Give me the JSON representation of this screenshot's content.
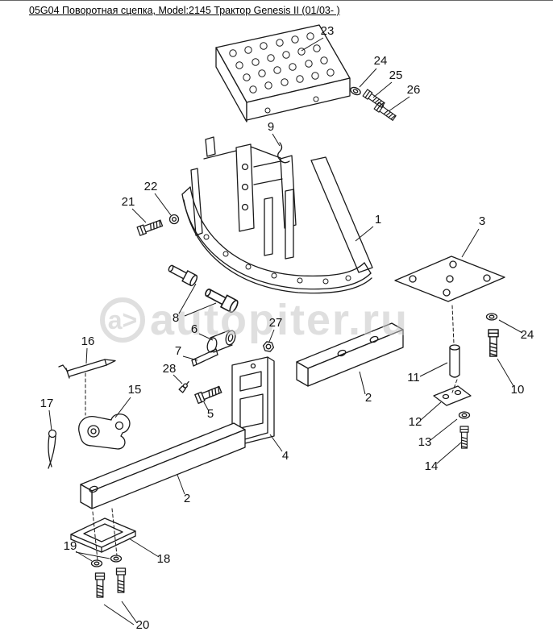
{
  "page": {
    "title": "05G04 Поворотная сцепка, Model:2145 Трактор Genesis II (01/03- )"
  },
  "watermark": {
    "logo": "a>",
    "text": "autopiter.ru"
  },
  "callouts": [
    {
      "part": "step-plate",
      "label": "23"
    },
    {
      "part": "washer-top",
      "label": "24"
    },
    {
      "part": "bolt-top-1",
      "label": "25"
    },
    {
      "part": "bolt-top-2",
      "label": "26"
    },
    {
      "part": "spring-clip",
      "label": "9"
    },
    {
      "part": "washer-left",
      "label": "22"
    },
    {
      "part": "bolt-left",
      "label": "21"
    },
    {
      "part": "curved-frame",
      "label": "1"
    },
    {
      "part": "top-plate",
      "label": "3"
    },
    {
      "part": "studs",
      "label": "8"
    },
    {
      "part": "roller-bushing",
      "label": "6"
    },
    {
      "part": "roller-pin",
      "label": "7"
    },
    {
      "part": "nut",
      "label": "27"
    },
    {
      "part": "grease-fitting",
      "label": "28"
    },
    {
      "part": "bolt-center",
      "label": "5"
    },
    {
      "part": "beam-right",
      "label": "2"
    },
    {
      "part": "pivot-pin",
      "label": "11"
    },
    {
      "part": "washer-right",
      "label": "24"
    },
    {
      "part": "bolt-right",
      "label": "10"
    },
    {
      "part": "retainer-plate",
      "label": "12"
    },
    {
      "part": "washer-small",
      "label": "13"
    },
    {
      "part": "bolt-small",
      "label": "14"
    },
    {
      "part": "channel-bracket",
      "label": "4"
    },
    {
      "part": "hitch-pin",
      "label": "16"
    },
    {
      "part": "latch-clevis",
      "label": "15"
    },
    {
      "part": "cotter-pin",
      "label": "17"
    },
    {
      "part": "beam-left",
      "label": "2"
    },
    {
      "part": "frame-plate",
      "label": "18"
    },
    {
      "part": "washers-bottom",
      "label": "19"
    },
    {
      "part": "bolts-bottom",
      "label": "20"
    }
  ]
}
